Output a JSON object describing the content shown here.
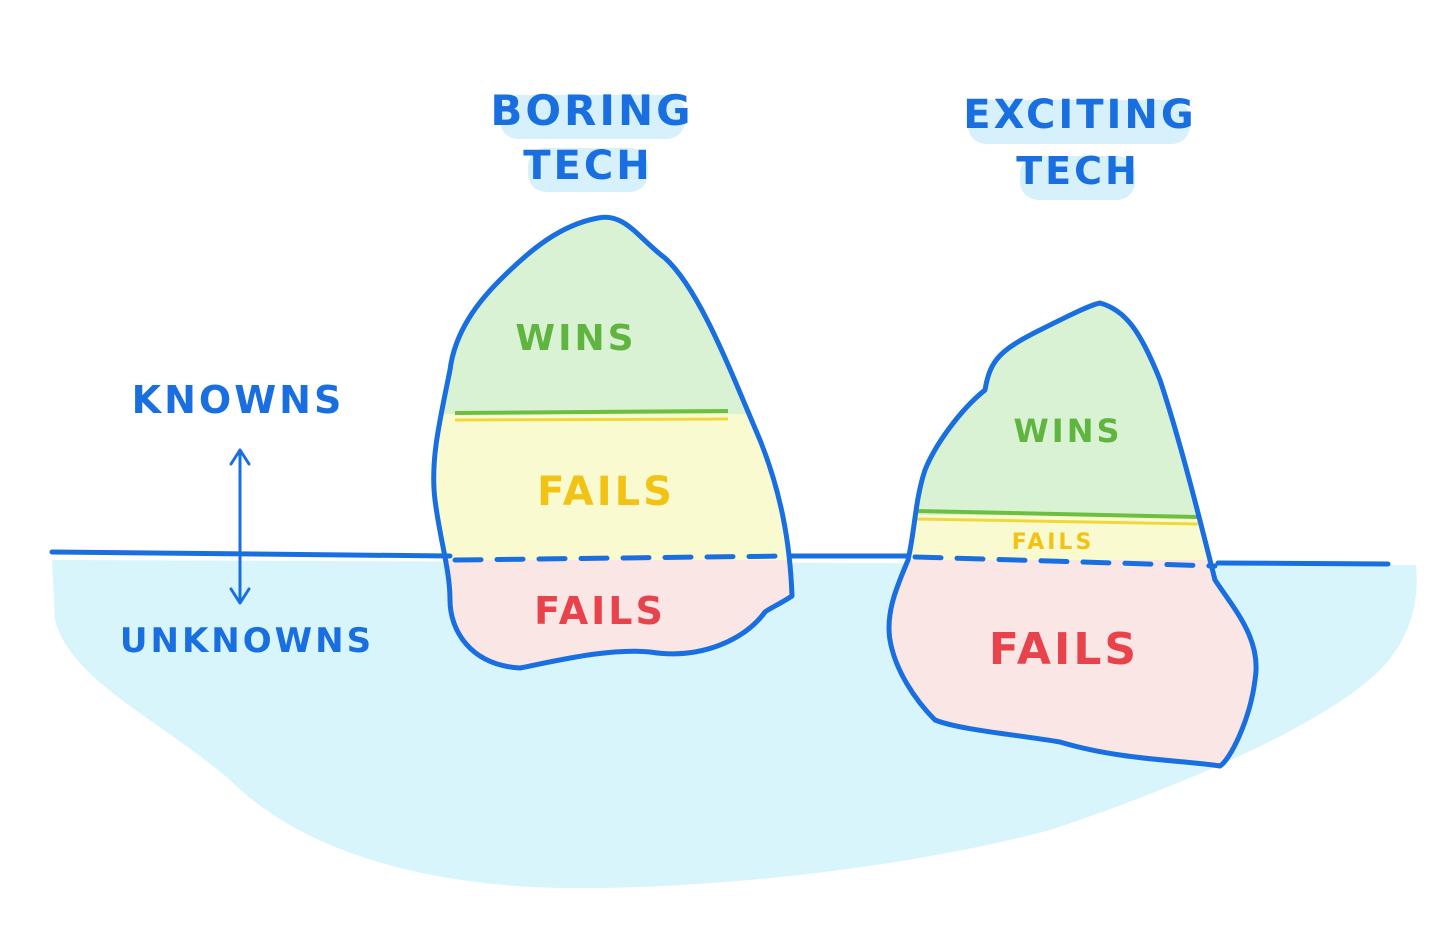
{
  "colors": {
    "outline": "#1a6fe0",
    "water": "#d9f5fc",
    "title_highlight": "#d6f1fb",
    "wins_fill": "#d9f2d3",
    "wins_text": "#5fb540",
    "wins_line": "#6cbf3f",
    "fails_known_fill": "#fafad0",
    "fails_known_text": "#f2c315",
    "fails_known_line": "#f0d83c",
    "fails_unknown_fill": "#fbe6e6",
    "fails_unknown_text": "#e8434a",
    "axis_text": "#1a6fe0"
  },
  "axis": {
    "top_label": "KNOWNS",
    "bottom_label": "UNKNOWNS"
  },
  "icebergs": [
    {
      "title_line1": "BORING",
      "title_line2": "TECH",
      "wins_label": "WINS",
      "known_fails_label": "FAILS",
      "unknown_fails_label": "FAILS"
    },
    {
      "title_line1": "EXCITING",
      "title_line2": "TECH",
      "wins_label": "WINS",
      "known_fails_label": "FAILS",
      "unknown_fails_label": "FAILS"
    }
  ]
}
